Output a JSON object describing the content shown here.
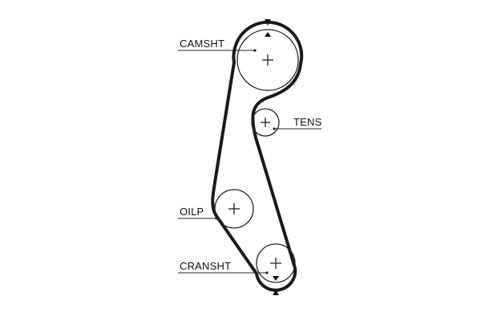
{
  "diagram": {
    "labels": {
      "camshaft": "CAMSHT",
      "tensioner": "TENS",
      "oil_pump": "OILP",
      "crankshaft": "CRANSHT"
    },
    "colors": {
      "belt": "#1a1a1a",
      "line": "#222222",
      "background": "#ffffff"
    }
  }
}
